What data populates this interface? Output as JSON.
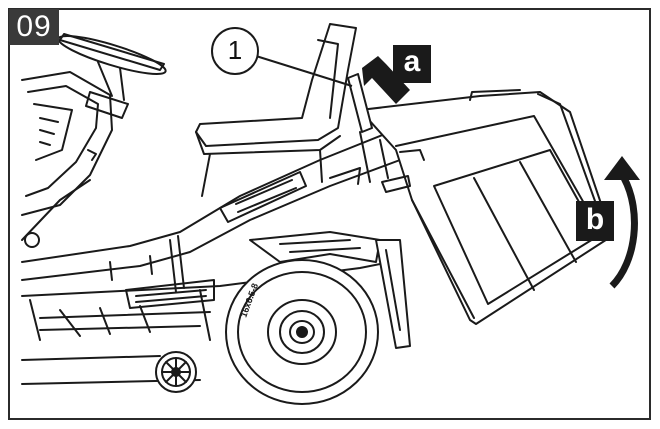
{
  "figure": {
    "step_number": "09",
    "callout_number": "1",
    "motion_labels": {
      "a": "a",
      "b": "b"
    },
    "wheel_marking": "16x6.5-8",
    "colors": {
      "ink": "#1a1a1a",
      "badge": "#3a3a3a",
      "background": "#ffffff"
    }
  }
}
